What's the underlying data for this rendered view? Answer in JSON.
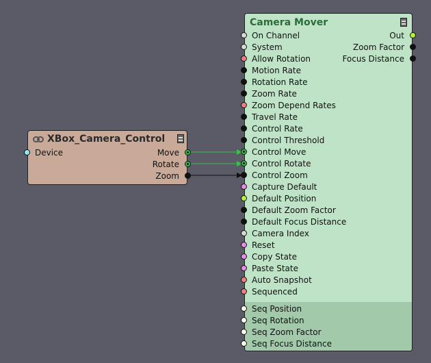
{
  "colors": {
    "background": "#5a5b66",
    "xbox_node": "#c9a998",
    "camera_node": "#bfe3c7",
    "camera_seq_section": "#a2c9aa",
    "camera_title": "#2e6b3a",
    "wire_green": "#3bbf4a",
    "wire_black": "#111111"
  },
  "xbox_node": {
    "title": "XBox_Camera_Control",
    "icon": "link-icon",
    "inputs": [
      {
        "label": "Device",
        "pin_color": "#8fe7f0"
      }
    ],
    "outputs": [
      {
        "label": "Move",
        "pin_color": "#3bbf4a",
        "connected": true
      },
      {
        "label": "Rotate",
        "pin_color": "#3bbf4a",
        "connected": true
      },
      {
        "label": "Zoom",
        "pin_color": "#111111",
        "connected": true
      }
    ]
  },
  "camera_node": {
    "title": "Camera Mover",
    "outputs": [
      {
        "label": "Out",
        "pin_color": "#b6f23c"
      },
      {
        "label": "Zoom Factor",
        "pin_color": "#111111"
      },
      {
        "label": "Focus Distance",
        "pin_color": "#111111"
      }
    ],
    "inputs": [
      {
        "label": "On Channel",
        "pin_color": "#d6d6d6"
      },
      {
        "label": "System",
        "pin_color": "#d6d6d6"
      },
      {
        "label": "Allow Rotation",
        "pin_color": "#f08080"
      },
      {
        "label": "Motion Rate",
        "pin_color": "#111111"
      },
      {
        "label": "Rotation Rate",
        "pin_color": "#111111"
      },
      {
        "label": "Zoom Rate",
        "pin_color": "#111111"
      },
      {
        "label": "Zoom Depend Rates",
        "pin_color": "#f08080"
      },
      {
        "label": "Travel Rate",
        "pin_color": "#111111"
      },
      {
        "label": "Control Rate",
        "pin_color": "#111111"
      },
      {
        "label": "Control Threshold",
        "pin_color": "#111111"
      },
      {
        "label": "Control Move",
        "pin_color": "#3bbf4a",
        "connected": true
      },
      {
        "label": "Control Rotate",
        "pin_color": "#3bbf4a",
        "connected": true
      },
      {
        "label": "Control Zoom",
        "pin_color": "#111111"
      },
      {
        "label": "Capture Default",
        "pin_color": "#e88be8"
      },
      {
        "label": "Default Position",
        "pin_color": "#b6f23c"
      },
      {
        "label": "Default Zoom Factor",
        "pin_color": "#111111"
      },
      {
        "label": "Default Focus Distance",
        "pin_color": "#111111"
      },
      {
        "label": "Camera Index",
        "pin_color": "#d6d6d6"
      },
      {
        "label": "Reset",
        "pin_color": "#e88be8"
      },
      {
        "label": "Copy State",
        "pin_color": "#e88be8"
      },
      {
        "label": "Paste State",
        "pin_color": "#e88be8"
      },
      {
        "label": "Auto Snapshot",
        "pin_color": "#f08080"
      },
      {
        "label": "Sequenced",
        "pin_color": "#f08080"
      }
    ],
    "seq_inputs": [
      {
        "label": "Seq Position",
        "pin_color": "#fbfbe8"
      },
      {
        "label": "Seq Rotation",
        "pin_color": "#fbfbe8"
      },
      {
        "label": "Seq Zoom Factor",
        "pin_color": "#fbfbe8"
      },
      {
        "label": "Seq Focus Distance",
        "pin_color": "#fbfbe8"
      }
    ]
  }
}
